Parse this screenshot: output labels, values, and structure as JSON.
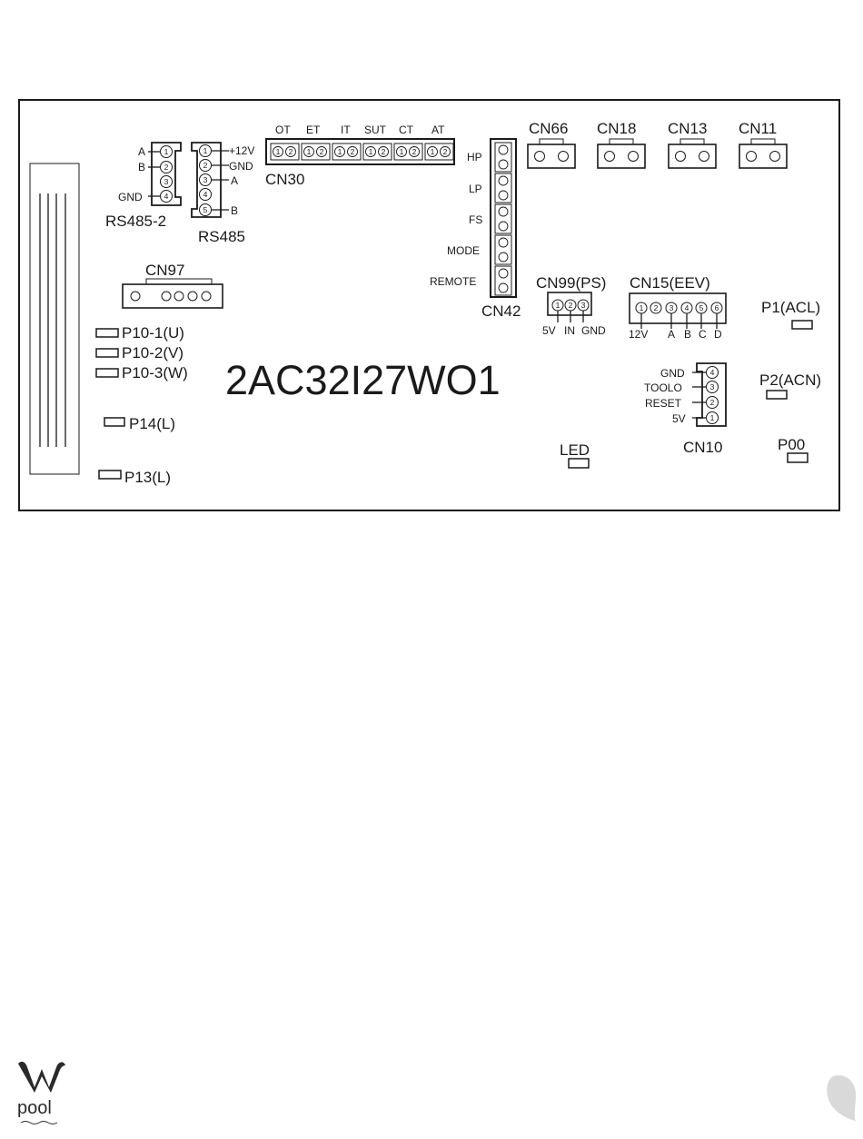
{
  "board": {
    "model": "2AC32I27WO1",
    "connectors": {
      "rs485_2": {
        "name": "RS485-2",
        "pins": [
          "A",
          "B",
          "GND"
        ]
      },
      "rs485": {
        "name": "RS485",
        "pins": [
          "+12V",
          "GND",
          "A",
          "B"
        ]
      },
      "cn30": {
        "name": "CN30",
        "sensors": [
          "OT",
          "ET",
          "IT",
          "SUT",
          "CT",
          "AT"
        ]
      },
      "cn42": {
        "name": "CN42",
        "inputs": [
          "HP",
          "LP",
          "FS",
          "MODE",
          "REMOTE"
        ]
      },
      "cn66": "CN66",
      "cn18": "CN18",
      "cn13": "CN13",
      "cn11": "CN11",
      "cn97": "CN97",
      "cn99": {
        "name": "CN99(PS)",
        "pins": [
          "5V",
          "IN",
          "GND"
        ]
      },
      "cn15": {
        "name": "CN15(EEV)",
        "pins": [
          "12V",
          "A",
          "B",
          "C",
          "D"
        ]
      },
      "cn10": {
        "name": "CN10",
        "pins": [
          "GND",
          "TOOLO",
          "RESET",
          "5V"
        ]
      }
    },
    "terminals": {
      "p10_1": "P10-1(U)",
      "p10_2": "P10-2(V)",
      "p10_3": "P10-3(W)",
      "p14": "P14(L)",
      "p13": "P13(L)",
      "p1": "P1(ACL)",
      "p2": "P2(ACN)",
      "p00": "P00",
      "led": "LED"
    }
  },
  "logo": {
    "brand": "pool"
  },
  "colors": {
    "line": "#1a1a1a",
    "background": "#ffffff",
    "logo": "#2a2a2a",
    "drop": "#d9d9d9"
  }
}
